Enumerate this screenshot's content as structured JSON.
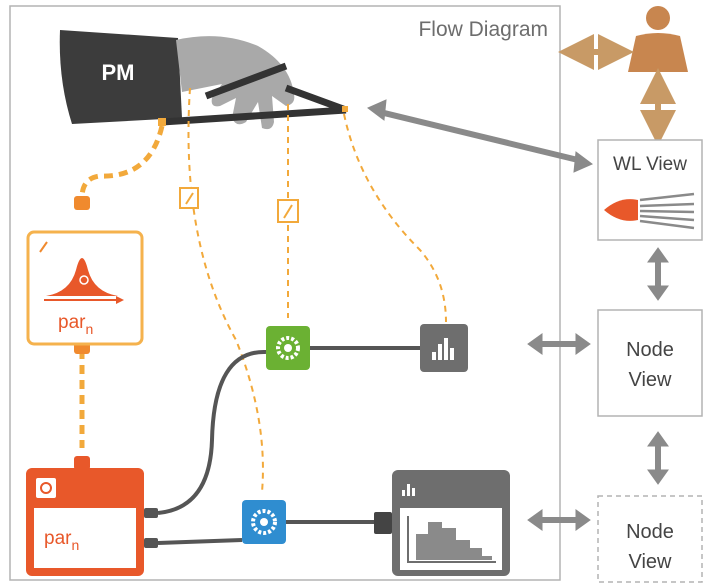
{
  "diagram": {
    "title": "Flow Diagram",
    "pm_label": "PM",
    "param_box_top": {
      "label": "par",
      "subscript": "n"
    },
    "param_box_bottom": {
      "label": "par",
      "subscript": "n"
    },
    "views": {
      "wl": {
        "label": "WL View"
      },
      "node1": {
        "line1": "Node",
        "line2": "View"
      },
      "node2": {
        "line1": "Node",
        "line2": "View"
      }
    },
    "colors": {
      "frame": "#b3b3b3",
      "title_text": "#6d6d6d",
      "orange_dashed": "#f2a93b",
      "orange_box": "#f08a2e",
      "red_box": "#e8582a",
      "green_node": "#6bb133",
      "blue_node": "#2f8dd0",
      "gray_node": "#6e6e6e",
      "arrow_tan": "#c89a66",
      "arrow_gray": "#8a8a8a",
      "person": "#c8864f",
      "pm_dark": "#3c3c3c",
      "pm_light": "#a9a9a9"
    },
    "icons": [
      "hand-icon",
      "person-icon",
      "gear-icon",
      "histogram-icon",
      "wrench-icon",
      "gaussian-icon",
      "target-icon",
      "fan-icon"
    ]
  }
}
